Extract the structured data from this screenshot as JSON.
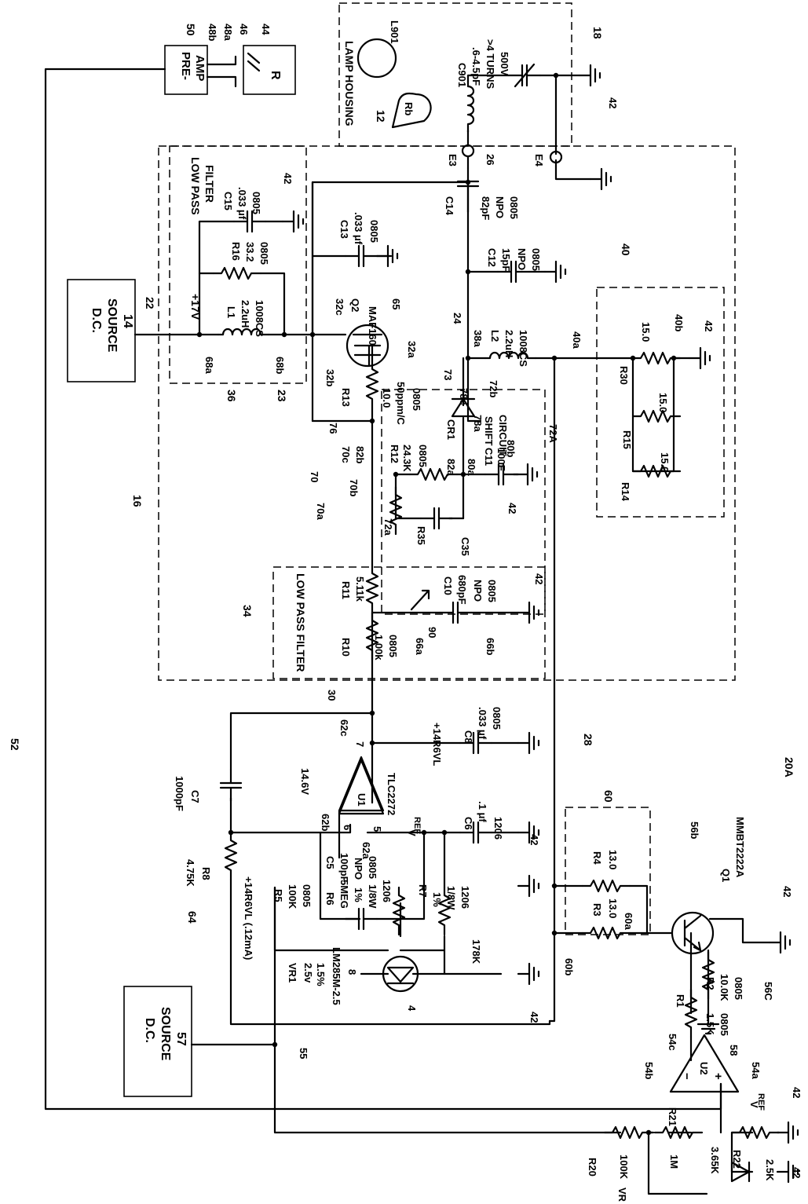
{
  "figure_id": "10B",
  "block_ids": {
    "dc_source_a": "14",
    "lamp_housing": "12",
    "module_16": "16",
    "frame_18": "18",
    "circuit_20a": "20A",
    "node_22": "22",
    "node_23": "23",
    "node_24": "24",
    "node_26": "26",
    "wire_28": "28",
    "node_30": "30",
    "filter_34": "34",
    "filter_36": "36",
    "load_40": "40",
    "ground": "42",
    "sensor_44": "44",
    "lead_46": "46",
    "lead_48a": "48a",
    "lead_48b": "48b",
    "preamp_50": "50",
    "wire_52": "52",
    "node_55": "55",
    "dc_source_b": "57",
    "node_60": "60",
    "node_64": "64",
    "node_65": "65",
    "node_70": "70",
    "node_73": "73",
    "node_76": "76",
    "node_90": "90",
    "wire_72a": "72A"
  },
  "blocks": {
    "dc_source_a_line1": "D.C.",
    "dc_source_a_line2": "SOURCE",
    "dc_source_a_num": "14",
    "dc_source_b_line1": "D.C.",
    "dc_source_b_line2": "SOURCE",
    "dc_source_b_num": "57",
    "preamp_line1": "PRE-",
    "preamp_line2": "AMP",
    "sensor_r": "R",
    "lamp_housing": "LAMP HOUSING",
    "lamp": "L901",
    "lamp_rb": "Rb",
    "lpf_upper_line1": "LOW PASS",
    "lpf_upper_line2": "FILTER",
    "lpf_lower": "LOW PASS FILTER",
    "shift_line1": "SHIFT",
    "shift_line2": "CIRCUIT",
    "supply_17v": "+17V",
    "supply_14r6vl": "+14R6VL",
    "supply_14r6vl_ma": "+14R6VL (.12mA)",
    "node_14_6v": "14.6V"
  },
  "components": {
    "l1": [
      "L1",
      "2.2uH",
      "1008CS"
    ],
    "r16": [
      "R16",
      "33.2",
      "0805"
    ],
    "c15": [
      "C15",
      ".033 μf",
      "0805"
    ],
    "c13": [
      "C13",
      ".033 μf",
      "0805"
    ],
    "q2": [
      "Q2",
      "MAF160"
    ],
    "c14": [
      "C14",
      "82pF",
      "NPO",
      "0805"
    ],
    "c12": [
      "C12",
      "15pF",
      "NPO",
      "0805"
    ],
    "l2": [
      "L2",
      "2.2uH",
      "1008CS"
    ],
    "c901": [
      "C901",
      ".6-4.5pF",
      ">4 TURNS",
      "500V"
    ],
    "e3": "E3",
    "e4": "E4",
    "r13": [
      "R13",
      "10.0",
      "50ppm/C",
      "0805"
    ],
    "cr1": "CR1",
    "r12": [
      "R12",
      "24.3K",
      "0805"
    ],
    "c11": [
      "C11",
      "100F"
    ],
    "r35": "R35",
    "c35": "C35",
    "r30": [
      "R30",
      "15.0"
    ],
    "r15": [
      "R15",
      "15.0"
    ],
    "r14": [
      "R14",
      "15.0"
    ],
    "r11": [
      "R11",
      "5.11k"
    ],
    "r10": [
      "R10",
      "1.00k",
      "0805"
    ],
    "c10": [
      "C10",
      "680pF",
      "NPO",
      "0805"
    ],
    "u1": [
      "U1",
      "TLC2272"
    ],
    "c8": [
      "C8",
      ".033 μf",
      "0805"
    ],
    "c7": [
      "1000pF",
      "C7"
    ],
    "c6": [
      "C6",
      ".1 μf",
      "1206"
    ],
    "vref2": "V",
    "vref2_sub": "REF",
    "vref2_idx": "2",
    "c5": [
      "C5",
      "100pF",
      "NPO",
      "0805"
    ],
    "r8": [
      "4.75K",
      "R8"
    ],
    "r5": [
      "R5",
      "100K",
      "0805"
    ],
    "r6": [
      "R6",
      "5MEG",
      "1%",
      "1/8W",
      "1206"
    ],
    "r7": [
      "R7",
      "1%",
      "1/8W",
      "1206"
    ],
    "r7_val": "178K",
    "vr1": [
      "VR1",
      "2.5v",
      "1.5%",
      "LM285M-2.5"
    ],
    "vr1_pin8": "8",
    "vr1_pin4": "4",
    "r4": [
      "R4",
      "13.0"
    ],
    "r3": [
      "R3",
      "13.0"
    ],
    "q1": [
      "Q1",
      "MMBT2222A"
    ],
    "r2": [
      "R2",
      "10.0K",
      "0805"
    ],
    "r1": [
      "R1",
      "1.5K",
      "0805"
    ],
    "u2": "U2",
    "r21": "R21",
    "r22": "R22",
    "r22_val": "3.65K",
    "r20": "R20",
    "r20_val": "100K",
    "vr2": "VR",
    "vr2_idx": "2",
    "vr2_1m": "1M",
    "vr2_25k": "2.5K",
    "vref1": "V",
    "vref1_sub": "REF",
    "vref1_idx": "1"
  },
  "pins": {
    "u1_pin7": "7",
    "u1_pin6": "6",
    "u1_pin5": "5",
    "p62a": "62a",
    "p62b": "62b",
    "p62c": "62c",
    "p66a": "66a",
    "p66b": "66b",
    "p68a": "68a",
    "p68b": "68b",
    "p32a": "32a",
    "p32b": "32b",
    "p32c": "32c",
    "p38a": "38a",
    "p40a": "40a",
    "p40b": "40b",
    "p70a": "70a",
    "p70b": "70b",
    "p70c": "70c",
    "p72a": "72a",
    "p72b": "72b",
    "p78a": "78a",
    "p78c": "78c",
    "p80a": "80a",
    "p80b": "80b",
    "p82a": "82a",
    "p82b": "82b",
    "p54a": "54a",
    "p54b": "54b",
    "p54c": "54c",
    "p56b": "56b",
    "p56c": "56C",
    "p58": "58",
    "p60a": "60a",
    "p60b": "60b",
    "minus": "−",
    "plus": "+"
  }
}
